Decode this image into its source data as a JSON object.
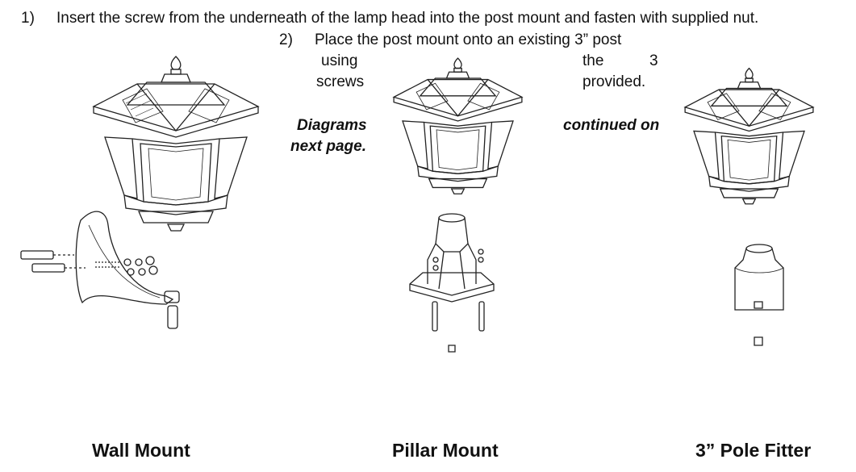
{
  "step1": {
    "number": "1)",
    "text": "Insert the screw from the underneath of the lamp head into the post mount and fasten with supplied nut."
  },
  "step2": {
    "number": "2)",
    "line1": "Place the post mount onto an existing 3” post",
    "left_col": [
      "using",
      "screws"
    ],
    "right_col": [
      "the",
      "3",
      "provided."
    ],
    "note_left": [
      "Diagrams",
      "next page."
    ],
    "note_right": "continued on"
  },
  "figures": [
    {
      "caption": "Wall Mount"
    },
    {
      "caption": "Pillar Mount"
    },
    {
      "caption": "3” Pole Fitter"
    }
  ]
}
